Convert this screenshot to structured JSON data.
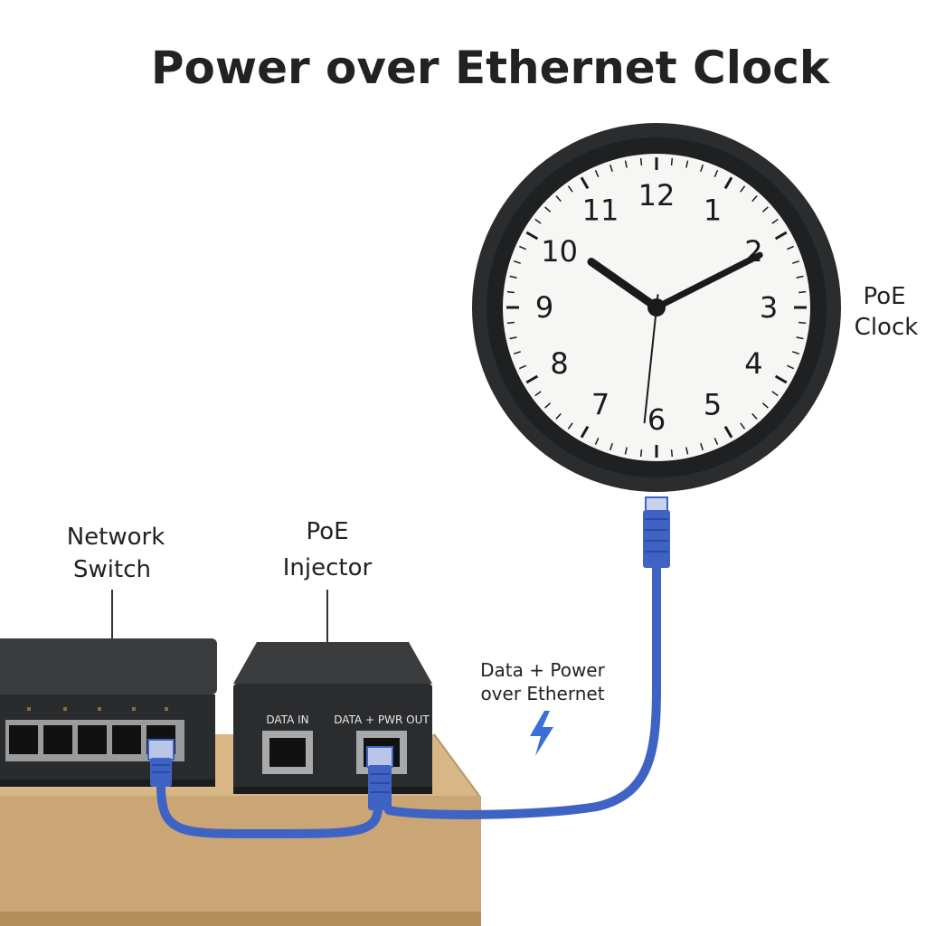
{
  "title": "Power over Ethernet Clock",
  "labels": {
    "switch_line1": "Network",
    "switch_line2": "Switch",
    "injector_line1": "PoE",
    "injector_line2": "Injector",
    "clock_line1": "PoE",
    "clock_line2": "Clock",
    "flow_line1": "Data + Power",
    "flow_line2": "over Ethernet"
  },
  "injector_ports": {
    "data_in": "DATA IN",
    "data_pwr_out": "DATA + PWR OUT"
  },
  "clock": {
    "numerals": [
      "12",
      "1",
      "2",
      "3",
      "4",
      "5",
      "6",
      "7",
      "8",
      "9",
      "10",
      "11"
    ],
    "time_shown": {
      "hour": 10,
      "minute": 10,
      "second": 31
    }
  },
  "icons": {
    "power": "lightning-bolt-icon"
  },
  "colors": {
    "cable": "#3f63c4",
    "device": "#2e2f31",
    "desk": "#caa676",
    "bolt": "#3a6fd8",
    "clock_frame": "#2b2c2e",
    "clock_face": "#f6f6f4"
  }
}
